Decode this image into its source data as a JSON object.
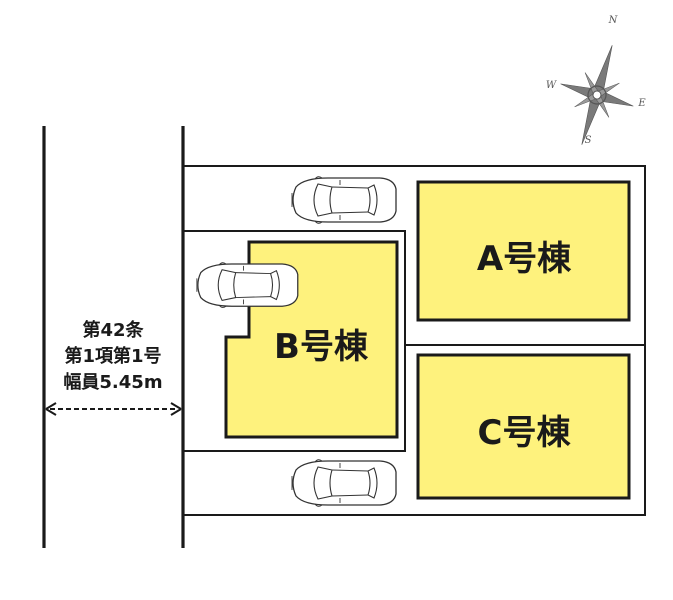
{
  "colors": {
    "building_fill": "#fef27d",
    "line": "#1a1a1a",
    "compass": "#7a7a7a"
  },
  "compass": {
    "n": "N",
    "e": "E",
    "s": "S",
    "w": "W"
  },
  "road": {
    "line1": "第42条",
    "line2": "第1項第1号",
    "line3": "幅員5.45m"
  },
  "buildings": {
    "a": "A号棟",
    "b": "B号棟",
    "c": "C号棟"
  },
  "icons": [
    "compass-rose-icon",
    "car-icon"
  ]
}
